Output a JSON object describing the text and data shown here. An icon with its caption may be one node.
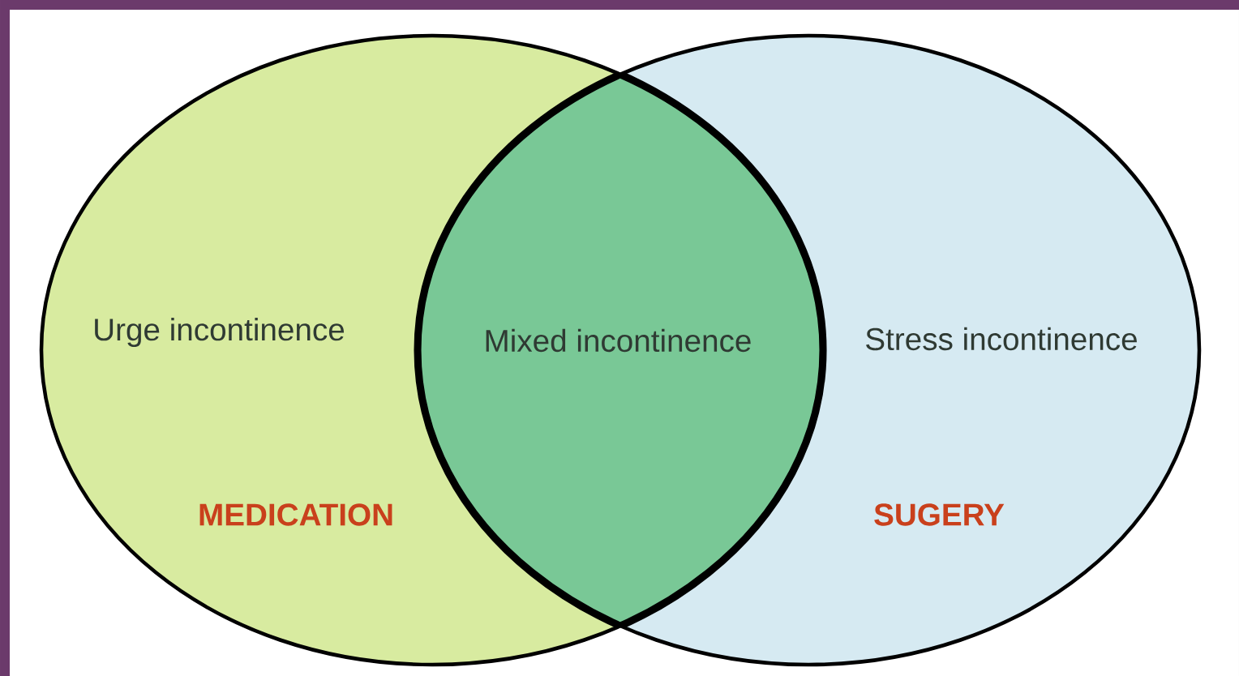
{
  "diagram": {
    "nodes": [
      {
        "text": [
          "Urge incontinence",
          "MEDICATION"
        ]
      },
      {
        "text": [
          "Stress incontinence",
          "SUGERY"
        ]
      },
      {
        "text": [
          "Mixed incontinence"
        ]
      }
    ]
  }
}
